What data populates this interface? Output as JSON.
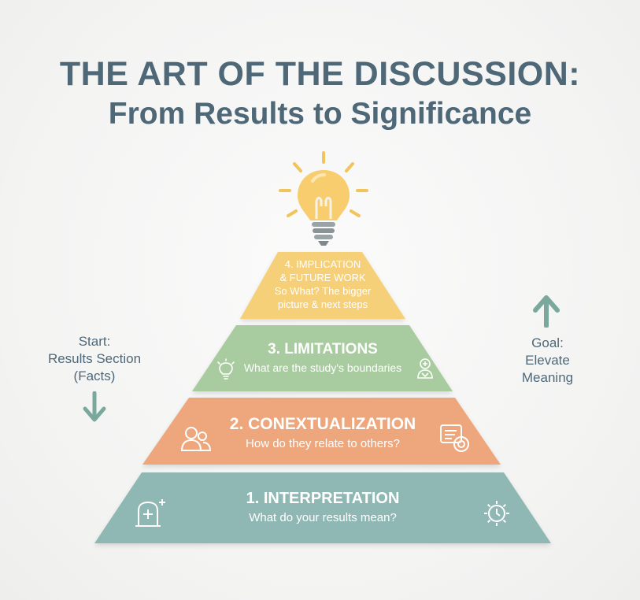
{
  "title": {
    "line1": "THE ART OF THE DISCUSSION:",
    "line2": "From Results to Significance"
  },
  "tiers": [
    {
      "title": "1. INTERPRETATION",
      "subtitle": "What do your results mean?"
    },
    {
      "title": "2. CONEXTUALIZATION",
      "subtitle": "How do they relate to others?"
    },
    {
      "title": "3. LIMITATIONS",
      "subtitle": "What are the study's boundaries"
    },
    {
      "title_line1": "4. IMPLICATION",
      "title_line2": "& FUTURE WORK",
      "subtitle_line1": "So What? The bigger",
      "subtitle_line2": "picture & next steps"
    }
  ],
  "side": {
    "start_line1": "Start:",
    "start_line2": "Results Section",
    "start_line3": "(Facts)",
    "goal_line1": "Goal:",
    "goal_line2": "Elevate",
    "goal_line3": "Meaning"
  },
  "colors": {
    "title": "#4f6878",
    "tier1": "#8fb8b4",
    "tier2": "#eea77c",
    "tier3": "#a9cba0",
    "tier4": "#f6cf79",
    "bulb": "#f7cd6e",
    "arrow": "#7aa89c"
  },
  "icons": {
    "bulb": "lightbulb-icon",
    "tier1_left": "tablet-sparkle-icon",
    "tier1_right": "gear-icon",
    "tier2_left": "people-icon",
    "tier2_right": "document-target-icon",
    "tier3_left": "bulb-small-icon",
    "tier3_right": "person-badge-icon"
  }
}
